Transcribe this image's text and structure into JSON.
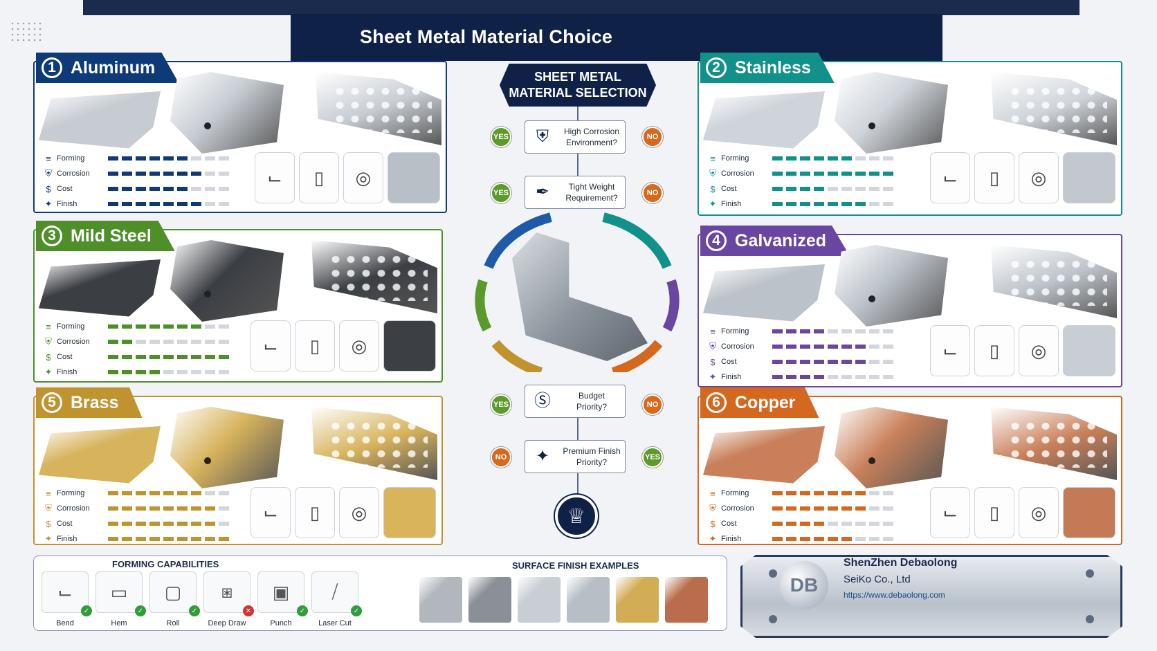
{
  "title": "Sheet Metal Material Choice",
  "materials": [
    {
      "num": "1",
      "name": "Aluminum",
      "color": "#0f3a78",
      "sheet": "#c7ccd3",
      "finish": "#b9bfc7",
      "ratings": {
        "forming": 6,
        "corrosion": 7,
        "cost": 6,
        "finish": 7
      }
    },
    {
      "num": "2",
      "name": "Stainless",
      "color": "#12908a",
      "sheet": "#cfd4da",
      "finish": "#c3c8ce",
      "ratings": {
        "forming": 6,
        "corrosion": 9,
        "cost": 4,
        "finish": 7
      }
    },
    {
      "num": "3",
      "name": "Mild Steel",
      "color": "#4f8f2a",
      "sheet": "#3b3e43",
      "finish": "#3c3f44",
      "ratings": {
        "forming": 7,
        "corrosion": 2,
        "cost": 9,
        "finish": 4
      }
    },
    {
      "num": "4",
      "name": "Galvanized",
      "color": "#6a46a3",
      "sheet": "#bcc2c9",
      "finish": "#c8ced4",
      "ratings": {
        "forming": 4,
        "corrosion": 7,
        "cost": 7,
        "finish": 4
      }
    },
    {
      "num": "5",
      "name": "Brass",
      "color": "#c0932f",
      "sheet": "#d7b35c",
      "finish": "#d9b45a",
      "ratings": {
        "forming": 7,
        "corrosion": 8,
        "cost": 8,
        "finish": 9
      }
    },
    {
      "num": "6",
      "name": "Copper",
      "color": "#d4681f",
      "sheet": "#c9805a",
      "finish": "#c37a55",
      "ratings": {
        "forming": 7,
        "corrosion": 7,
        "cost": 4,
        "finish": 6
      }
    }
  ],
  "labels": {
    "forming": "Forming",
    "corrosion": "Corrosion",
    "cost": "Cost",
    "finish": "Finish"
  },
  "flow": {
    "header": [
      "SHEET METAL",
      "MATERIAL SELECTION"
    ],
    "q1": [
      "High Corrosion",
      "Environment?"
    ],
    "q2": [
      "Tight Weight",
      "Requirement?"
    ],
    "q3": [
      "Budget",
      "Priority?"
    ],
    "q4": [
      "Premium Finish",
      "Priority?"
    ],
    "yes": "YES",
    "no": "NO"
  },
  "forming_title": "FORMING CAPABILITIES",
  "forming": [
    {
      "label": "Bend",
      "ok": true
    },
    {
      "label": "Hem",
      "ok": true
    },
    {
      "label": "Roll",
      "ok": true
    },
    {
      "label": "Deep Draw",
      "ok": false
    },
    {
      "label": "Punch",
      "ok": true
    },
    {
      "label": "Laser Cut",
      "ok": true
    }
  ],
  "finish_title": "SURFACE FINISH EXAMPLES",
  "finish_swatches": [
    "#b2b7be",
    "#8b9098",
    "#c9ced4",
    "#b8bec6",
    "#d2ad55",
    "#b96d4c"
  ],
  "company": {
    "name": "ShenZhen Debaolong",
    "sub": "SeiKo Co., Ltd",
    "url": "https://www.debaolong.com",
    "logo": "DB"
  }
}
